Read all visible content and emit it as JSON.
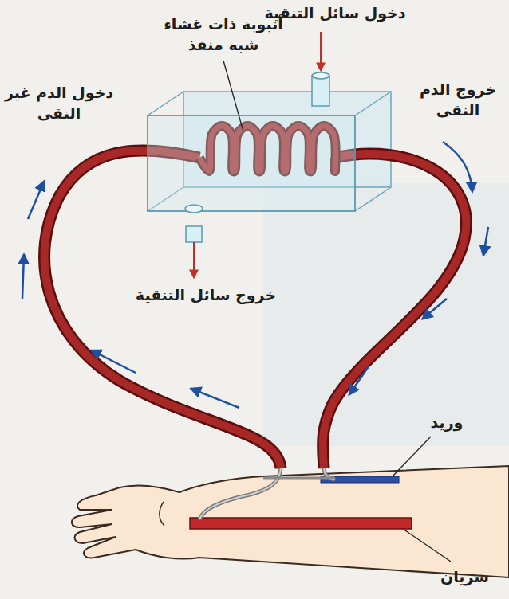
{
  "diagram": {
    "labels": [
      "دخول سائل التنقية",
      "أنبوبة ذات غشاء شبه منفذ",
      "دخول الدم غير النقى",
      "خروج الدم النقى",
      "خروج سائل التنقية",
      "وريد",
      "شريان"
    ]
  }
}
